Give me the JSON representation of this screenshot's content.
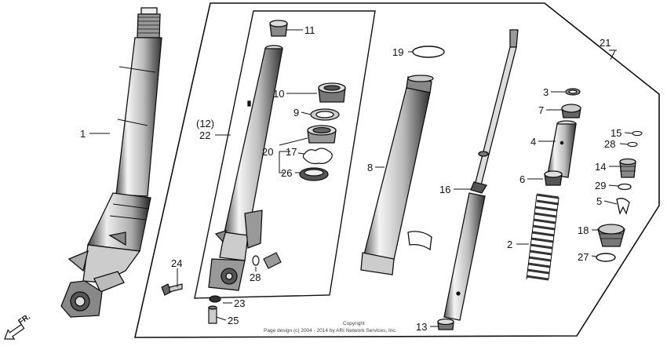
{
  "labels": {
    "p1": "1",
    "p2": "2",
    "p3": "3",
    "p4": "4",
    "p5": "5",
    "p6": "6",
    "p7": "7",
    "p8": "8",
    "p9": "9",
    "p10": "10",
    "p11": "11",
    "p12": "(12)",
    "p13": "13",
    "p14": "14",
    "p15": "15",
    "p16": "16",
    "p17": "17",
    "p18": "18",
    "p19": "19",
    "p20": "20",
    "p21": "21",
    "p22": "22",
    "p23": "23",
    "p24": "24",
    "p25": "25",
    "p26": "26",
    "p27": "27",
    "p28a": "28",
    "p28b": "28",
    "p29": "29"
  },
  "direction": "FR.",
  "copyright": {
    "line1": "Copyright",
    "line2": "Page design (c) 2004 - 2014 by ARI Network Services, Inc."
  },
  "colors": {
    "ink": "#111111",
    "paper": "#ffffff",
    "shade": "#777777"
  }
}
